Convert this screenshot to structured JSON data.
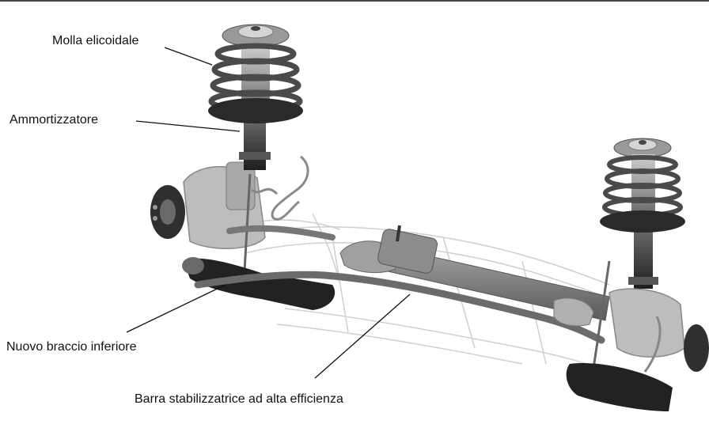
{
  "labels": {
    "coil_spring": "Molla elicoidale",
    "shock_absorber": "Ammortizzatore",
    "lower_arm": "Nuovo braccio inferiore",
    "stabilizer_bar": "Barra stabilizzatrice ad alta efficienza"
  },
  "colors": {
    "top_rule": "#444444",
    "leader_line": "#111111",
    "spring": "#4a4a4a",
    "metal_light": "#b9b9b9",
    "metal_mid": "#8f8f8f",
    "metal_dark": "#3a3a3a",
    "frame_line": "#c8c8c8"
  }
}
